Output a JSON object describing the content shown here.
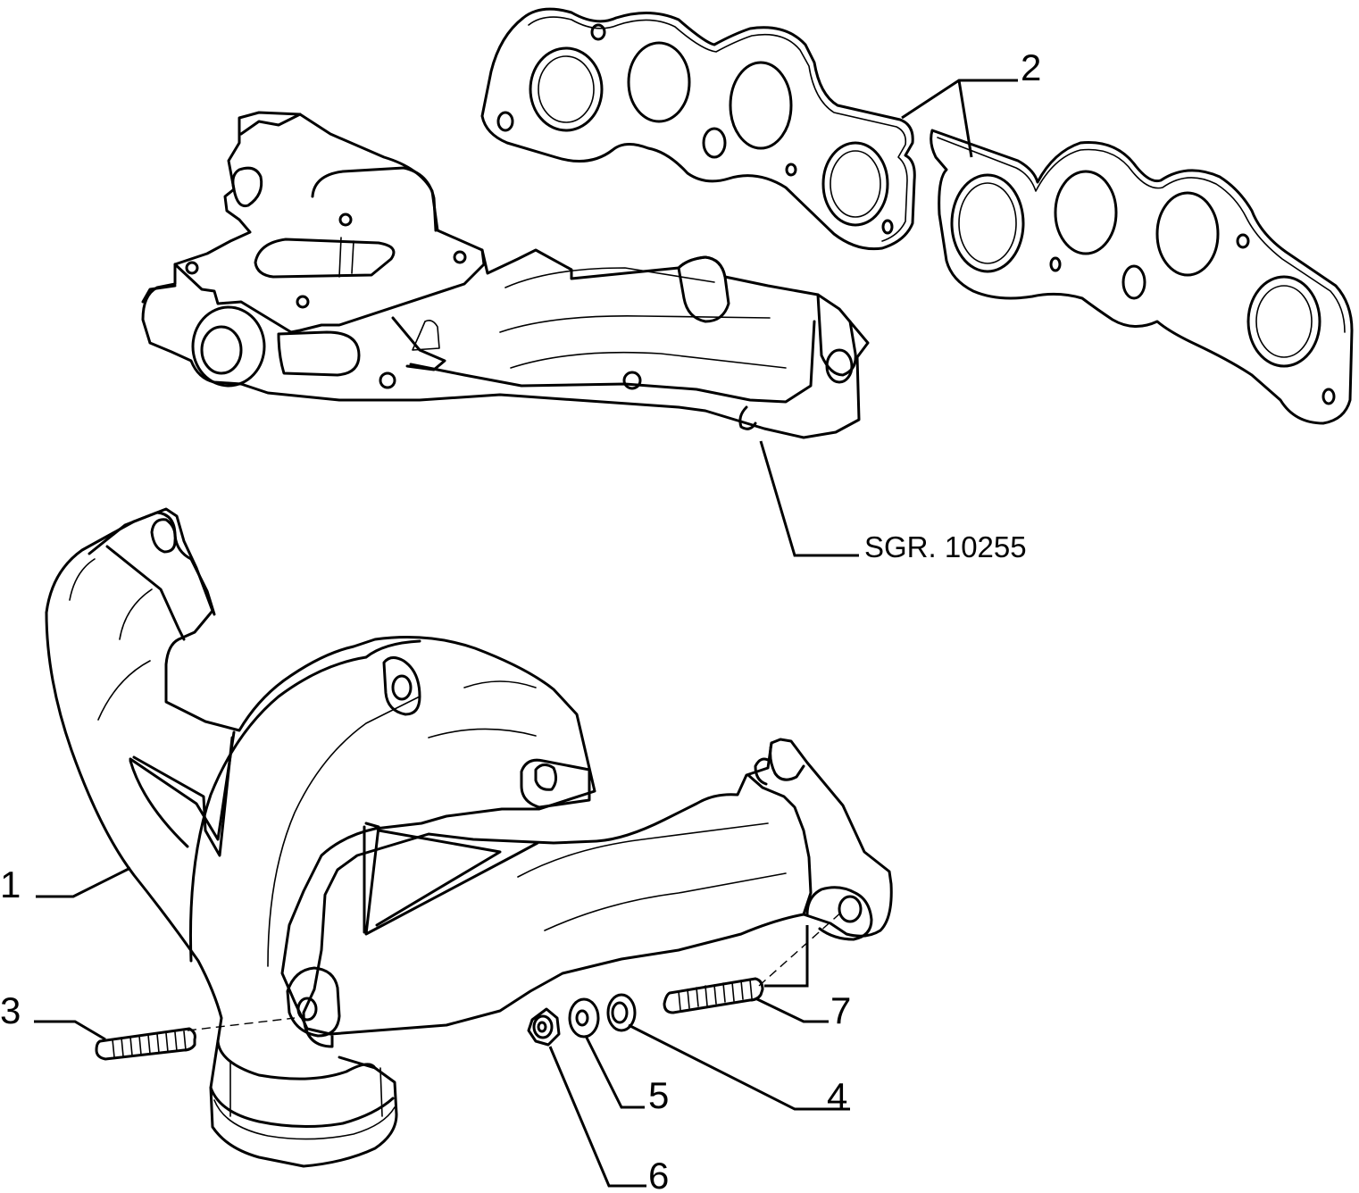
{
  "callouts": {
    "c1": "1",
    "c2": "2",
    "c3": "3",
    "c4": "4",
    "c5": "5",
    "c6": "6",
    "c7": "7"
  },
  "reference": "SGR. 10255"
}
